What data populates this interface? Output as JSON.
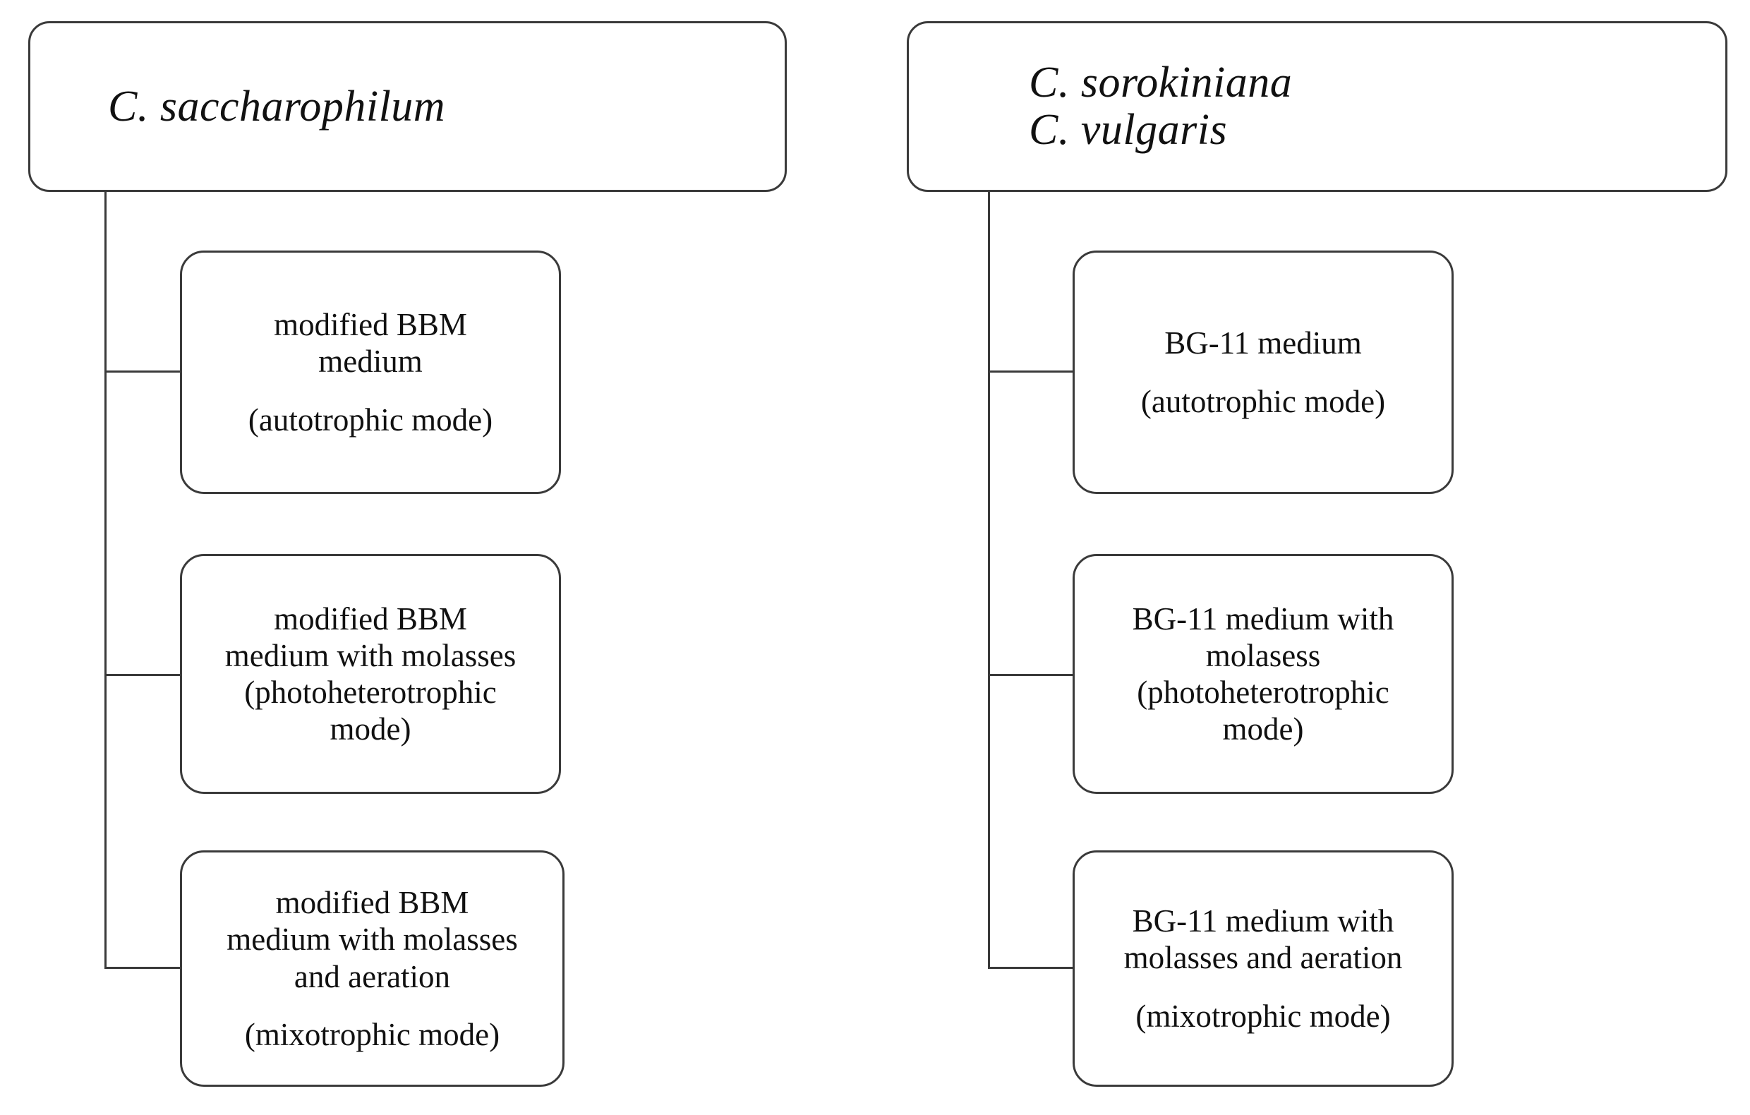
{
  "diagram": {
    "type": "tree-flowchart",
    "columns": [
      {
        "id": "left",
        "header": {
          "lines": [
            "C. saccharophilum"
          ]
        },
        "children": [
          {
            "id": "left-1",
            "paragraphs": [
              "modified BBM\nmedium",
              "(autotrophic mode)"
            ]
          },
          {
            "id": "left-2",
            "paragraphs": [
              "modified BBM\nmedium with molasses\n(photoheterotrophic\nmode)"
            ]
          },
          {
            "id": "left-3",
            "paragraphs": [
              "modified BBM\nmedium with molasses\nand aeration",
              "(mixotrophic mode)"
            ]
          }
        ]
      },
      {
        "id": "right",
        "header": {
          "lines": [
            "C. sorokiniana",
            "C. vulgaris"
          ]
        },
        "children": [
          {
            "id": "right-1",
            "paragraphs": [
              "BG-11 medium",
              "(autotrophic mode)"
            ]
          },
          {
            "id": "right-2",
            "paragraphs": [
              "BG-11 medium with\nmolasess\n(photoheterotrophic\nmode)"
            ]
          },
          {
            "id": "right-3",
            "paragraphs": [
              "BG-11 medium with\nmolasses and aeration",
              "(mixotrophic mode)"
            ]
          }
        ]
      }
    ],
    "colors": {
      "background": "#ffffff",
      "stroke": "#3a3a3a",
      "text": "#111111"
    }
  }
}
